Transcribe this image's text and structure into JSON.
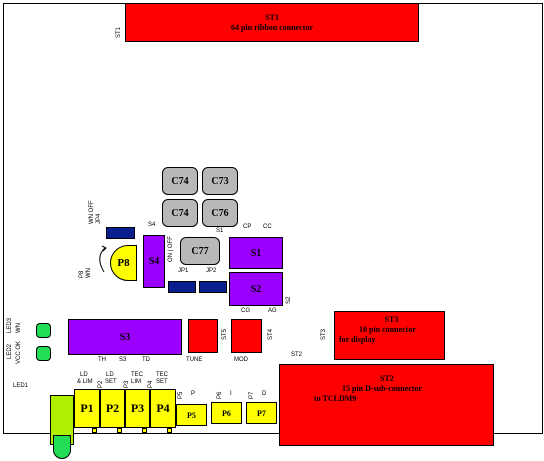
{
  "connectors": {
    "st1": {
      "title": "ST1",
      "desc": "64 pin ribbon connector",
      "side": "ST1"
    },
    "st3": {
      "title": "ST3",
      "desc1": "10 pin connector",
      "desc2": "for display",
      "side": "ST3"
    },
    "st2": {
      "title": "ST2",
      "desc1": "15 pin D-sub-connector",
      "desc2": "to TCLDM9",
      "side": "ST2"
    }
  },
  "capacitors": {
    "c74a": "C74",
    "c73": "C73",
    "c74b": "C74",
    "c76": "C76",
    "c77": "C77"
  },
  "switches": {
    "s1": "S1",
    "s2": "S2",
    "s3": "S3",
    "s4": "S4"
  },
  "pots": {
    "p1": "P1",
    "p2": "P2",
    "p3": "P3",
    "p4": "P4",
    "p5": "P5",
    "p6": "P6",
    "p7": "P7",
    "p8": "P8"
  },
  "labels": {
    "s4_top": "S4",
    "s1_side": "S1",
    "cp": "CP",
    "cc": "CC",
    "cg": "CG",
    "ag": "AG",
    "s2_side": "S2",
    "jp1": "JP1",
    "jp2": "JP2",
    "on_off": "ON | OFF",
    "jp4": "JP4",
    "wn_off": "WN OFF",
    "p8_side": "P8",
    "wn": "WN",
    "th": "TH",
    "s3": "S3",
    "td": "TD",
    "tune": "TUNE",
    "st5": "ST5",
    "mod": "MOD",
    "st4": "ST4",
    "led3": "LED3",
    "wn_led": "WN",
    "led2": "LED2",
    "vcc_ok": "VCC OK",
    "led1": "LED1",
    "p1_top1": "LD",
    "p1_top2": "& LIM",
    "p2_side": "P2",
    "p2_top1": "LD",
    "p2_top2": "SET",
    "p3_side": "P3",
    "p3_top1": "TEC",
    "p3_top2": "LIM",
    "p4_side": "P4",
    "p4_top1": "TEC",
    "p4_top2": "SET",
    "p5_side": "P5",
    "p5_top": "P",
    "p6_side": "P6",
    "p6_top": "I",
    "p7_side": "P7",
    "p7_top": "D"
  }
}
